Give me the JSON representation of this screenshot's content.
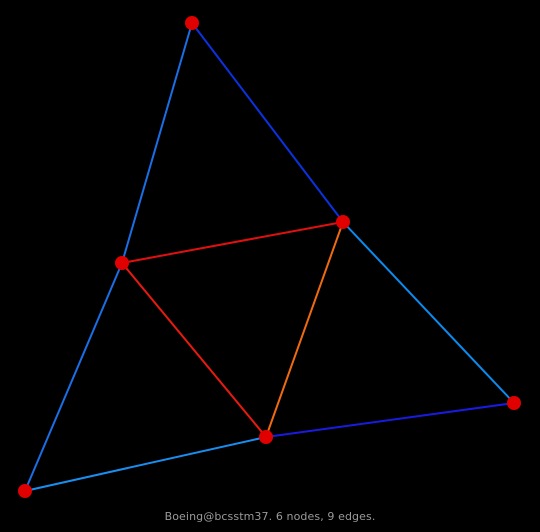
{
  "caption": "Boeing@bcsstm37. 6 nodes, 9 edges.",
  "colors": {
    "background": "#000000",
    "node_fill": "#e00000",
    "caption_text": "#9a9a9a"
  },
  "graph": {
    "nodes": [
      {
        "id": "n1"
      },
      {
        "id": "n2"
      },
      {
        "id": "n3"
      },
      {
        "id": "n4"
      },
      {
        "id": "n5"
      },
      {
        "id": "n6"
      }
    ],
    "edges": [
      {
        "source": "n1",
        "target": "n2",
        "color": "#0a32e0"
      },
      {
        "source": "n1",
        "target": "n3",
        "color": "#1a6ee6"
      },
      {
        "source": "n2",
        "target": "n3",
        "color": "#e01010"
      },
      {
        "source": "n2",
        "target": "n4",
        "color": "#0a8cf0"
      },
      {
        "source": "n2",
        "target": "n5",
        "color": "#f06a10"
      },
      {
        "source": "n3",
        "target": "n5",
        "color": "#e81a10"
      },
      {
        "source": "n3",
        "target": "n6",
        "color": "#1a6ee6"
      },
      {
        "source": "n4",
        "target": "n5",
        "color": "#1a1ae0"
      },
      {
        "source": "n5",
        "target": "n6",
        "color": "#1a8ef0"
      }
    ]
  }
}
